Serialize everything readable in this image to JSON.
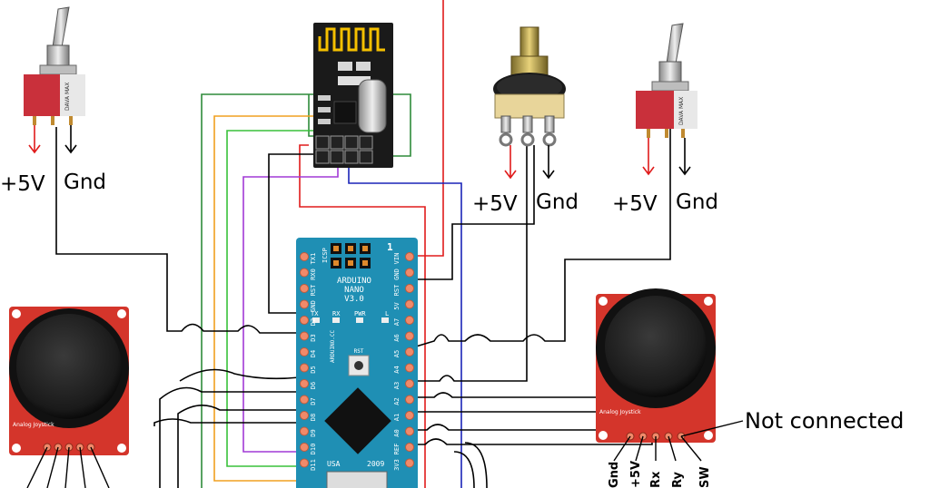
{
  "labels": {
    "plus5v": "+5V",
    "gnd": "Gnd",
    "not_connected": "Not connected"
  },
  "arduino": {
    "brand": "ARDUINO",
    "model": "NANO",
    "version": "V3.0",
    "icsp": "ICSP",
    "pin1": "1",
    "led_tx": "TX",
    "led_rx": "RX",
    "led_pwr": "PWR",
    "led_l": "L",
    "usa": "USA",
    "year": "2009",
    "rst_btn": "RST",
    "side_text": "ARDUINO.CC",
    "left_pins": [
      "TX1",
      "RX0",
      "RST",
      "GND",
      "D2",
      "D3",
      "D4",
      "D5",
      "D6",
      "D7",
      "D8",
      "D9",
      "D10",
      "D11"
    ],
    "right_pins": [
      "VIN",
      "GND",
      "RST",
      "5V",
      "A7",
      "A6",
      "A5",
      "A4",
      "A3",
      "A2",
      "A1",
      "A0",
      "REF",
      "3V3"
    ]
  },
  "switch_brand": "DAVA MAX",
  "joystick_right_pins": [
    "Gnd",
    "+5V",
    "Rx",
    "Ry",
    "SW"
  ],
  "joystick_caption": "Analog Joystick",
  "colors": {
    "red_wire": "#e01b1b",
    "blue_wire": "#1a24b8",
    "green_wire": "#2e8b3a",
    "orange_wire": "#f0a020",
    "lgreen_wire": "#39c13a",
    "purple_wire": "#a13ad6",
    "black_wire": "#000000",
    "board_teal": "#1f8fb4",
    "breakout_red": "#d4352b"
  }
}
